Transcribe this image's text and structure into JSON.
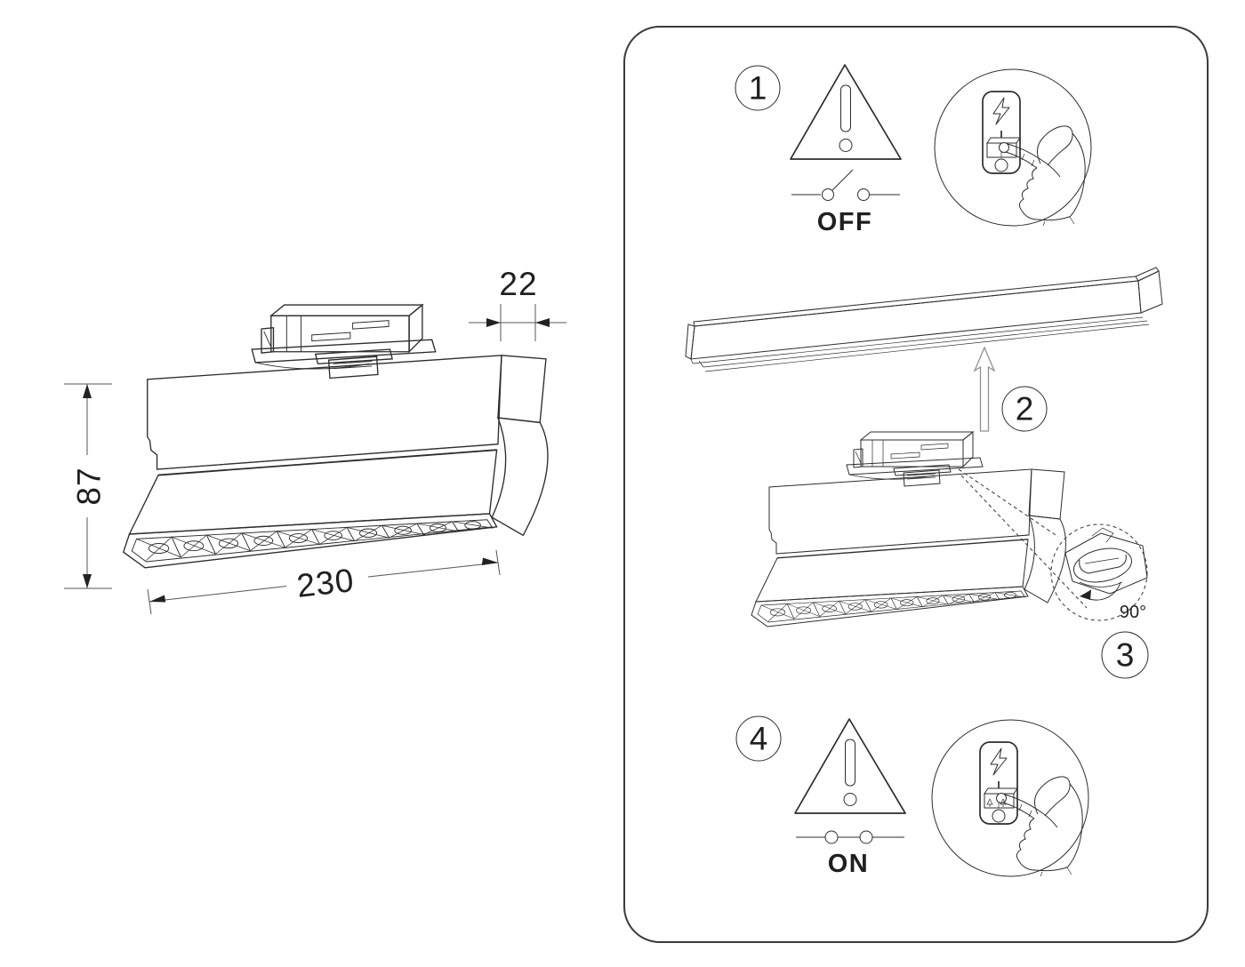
{
  "diagram": {
    "dimensions": {
      "height_mm": "87",
      "length_mm": "230",
      "adapter_width_mm": "22"
    },
    "steps": [
      {
        "number": "1",
        "switch_state": "OFF"
      },
      {
        "number": "2"
      },
      {
        "number": "3",
        "rotation": "90°"
      },
      {
        "number": "4",
        "switch_state": "ON"
      }
    ],
    "colors": {
      "ink": "#2d2d2d",
      "background": "#ffffff",
      "panel_border": "#3a3a3a",
      "arrow_gray": "#909090"
    }
  }
}
